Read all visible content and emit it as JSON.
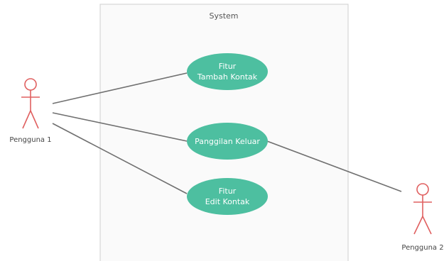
{
  "system": {
    "title": "System"
  },
  "actors": [
    {
      "id": "a1",
      "label": "Pengguna 1"
    },
    {
      "id": "a2",
      "label": "Pengguna 2"
    }
  ],
  "use_cases": [
    {
      "id": "uc1",
      "lines": [
        "Fitur",
        "Tambah Kontak"
      ]
    },
    {
      "id": "uc2",
      "lines": [
        "Panggilan Keluar"
      ]
    },
    {
      "id": "uc3",
      "lines": [
        "Fitur",
        "Edit Kontak"
      ]
    }
  ],
  "associations": [
    {
      "from": "a1",
      "to": "uc1"
    },
    {
      "from": "a1",
      "to": "uc2"
    },
    {
      "from": "a1",
      "to": "uc3"
    },
    {
      "from": "a2",
      "to": "uc2"
    }
  ],
  "colors": {
    "use_case_fill": "#4dbfa0",
    "actor_stroke": "#e06060",
    "system_border": "#cfcfcf",
    "system_fill": "#fafafa",
    "line": "#707070"
  }
}
